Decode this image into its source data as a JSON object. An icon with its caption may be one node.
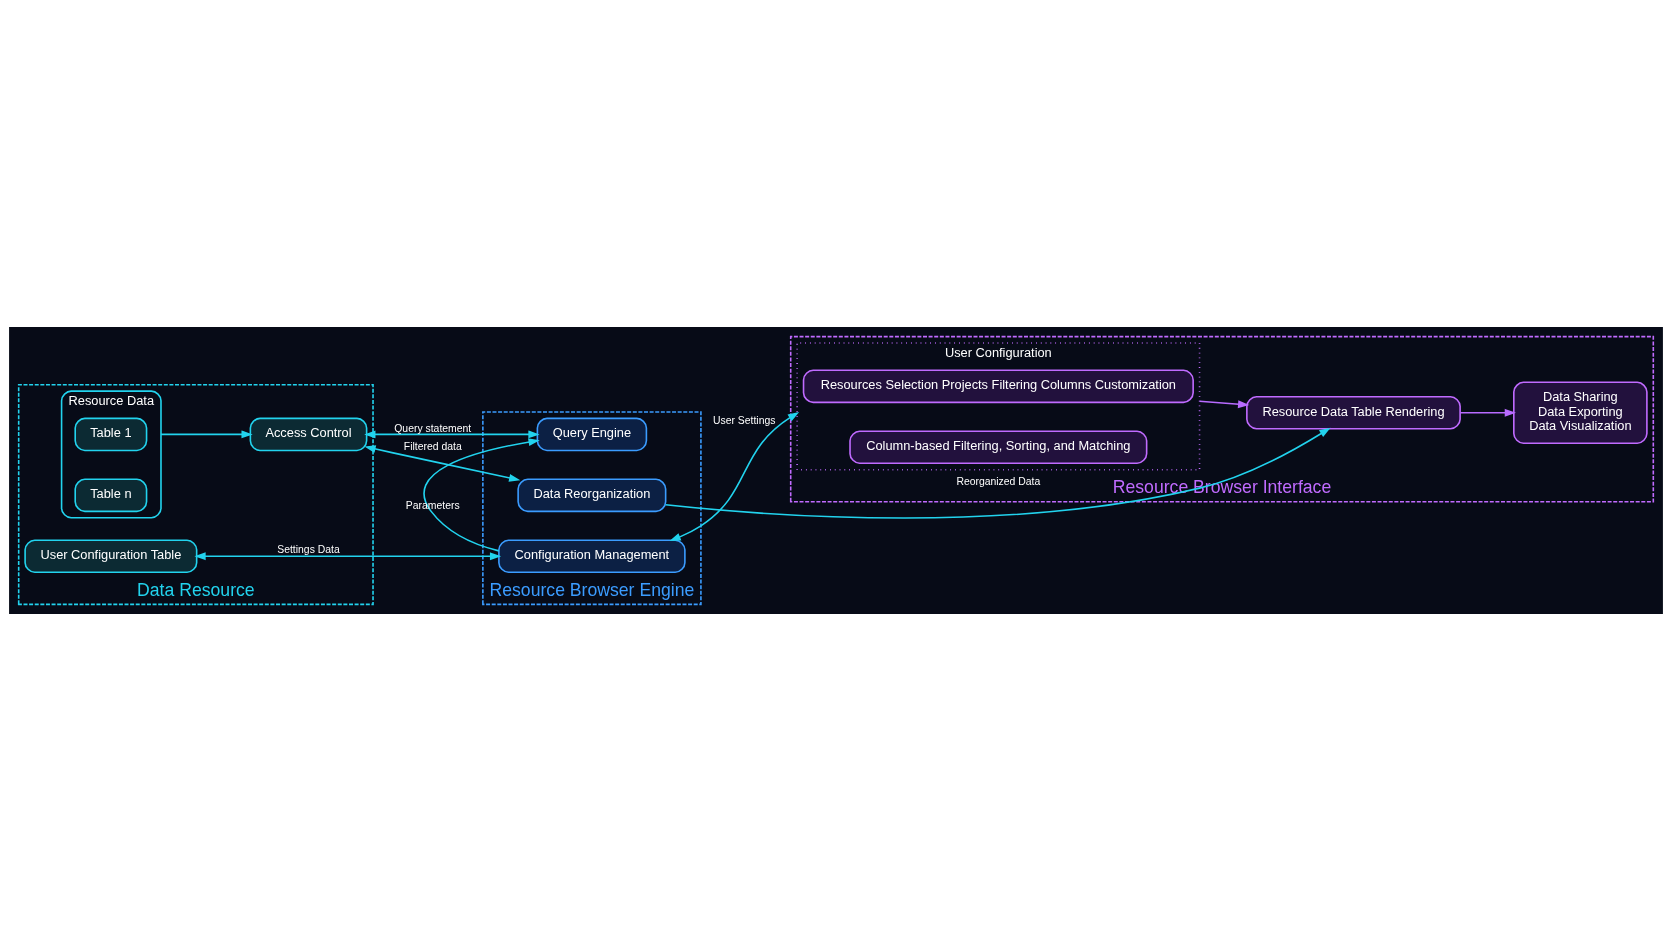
{
  "diagram": {
    "nodes": [
      {
        "text": [
          "Data Resource"
        ]
      },
      {
        "text": [
          "User Configuration Table"
        ],
        "in": 0
      },
      {
        "text": [
          "Resource Data"
        ],
        "in": 0
      },
      {
        "text": [
          "Table 1"
        ],
        "in": 2
      },
      {
        "text": [
          "Table n"
        ],
        "in": 2
      },
      {
        "text": [
          "Access Control"
        ],
        "in": 0
      },
      {
        "text": [
          "Resource Browser Engine"
        ]
      },
      {
        "text": [
          "Configuration Management"
        ],
        "in": 6
      },
      {
        "text": [
          "Query Engine"
        ],
        "in": 6
      },
      {
        "text": [
          "Data Reorganization"
        ],
        "in": 6
      },
      {
        "text": [
          "Resource Browser Interface"
        ]
      },
      {
        "text": [
          "User Configuration"
        ],
        "in": 10
      },
      {
        "text": [
          "Resources Selection Projects Filtering Columns Customization"
        ],
        "in": 11
      },
      {
        "text": [
          "Column-based Filtering, Sorting, and Matching"
        ],
        "in": 11
      },
      {
        "text": [
          "Resource Data Table Rendering"
        ],
        "in": 10
      },
      {
        "text": [
          "Data Sharing",
          "Data Exporting",
          "Data Visualization"
        ],
        "in": 10
      }
    ],
    "edges": [
      {
        "from": 1,
        "to": 7,
        "arrow": "both",
        "label": "Settings Data"
      },
      {
        "from": 7,
        "to": 11,
        "arrow": "both",
        "label": "User Settings"
      },
      {
        "from": 7,
        "to": 8,
        "arrow": "to",
        "label": "Parameters"
      },
      {
        "from": 5,
        "to": 8,
        "arrow": "both",
        "label": "Query statement"
      },
      {
        "from": 5,
        "to": 9,
        "arrow": "both",
        "label": "Filtered data"
      },
      {
        "from": 2,
        "to": 5,
        "arrow": "to"
      },
      {
        "from": 9,
        "to": 14,
        "arrow": "to",
        "label": "Reorganized Data"
      },
      {
        "from": 11,
        "to": 14,
        "arrow": "to",
        "color": "#b86bff"
      },
      {
        "from": 14,
        "to": 15,
        "arrow": "to",
        "color": "#b86bff"
      }
    ]
  }
}
